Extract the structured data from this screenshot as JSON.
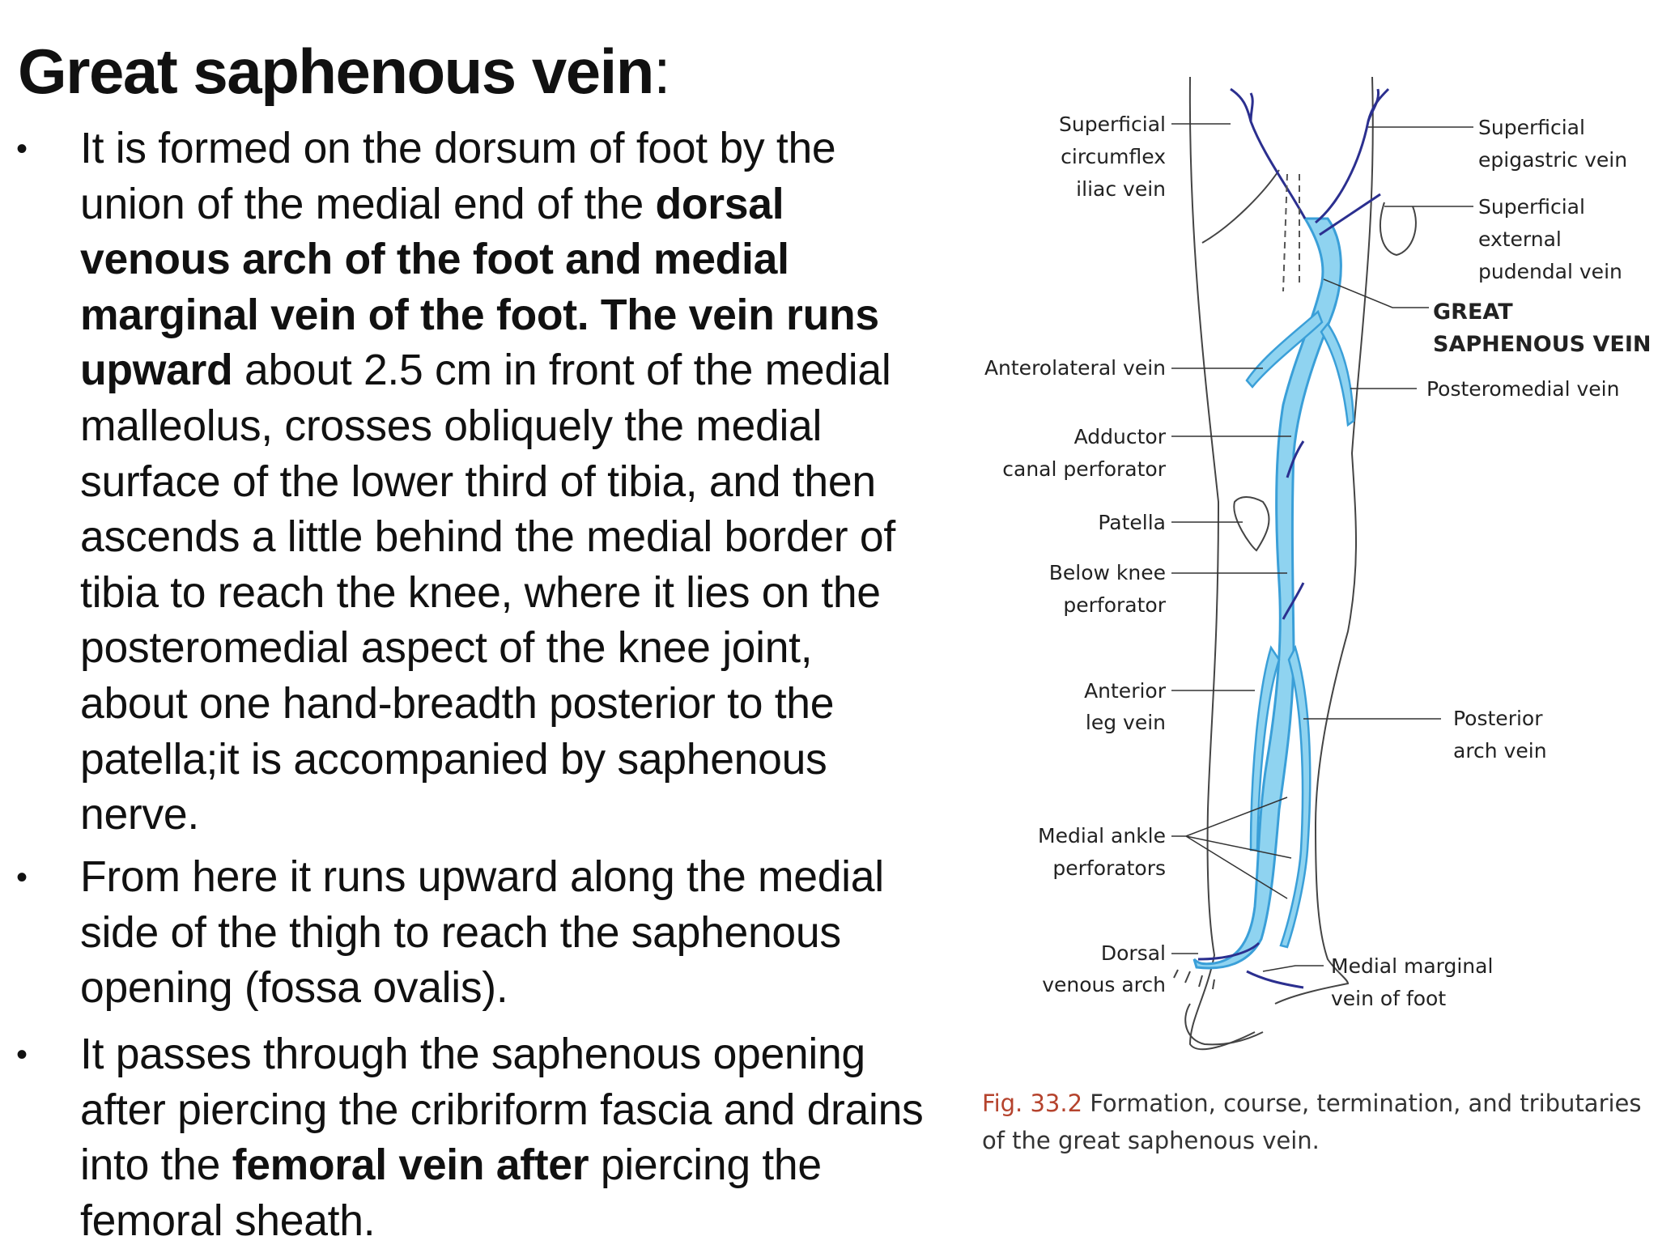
{
  "title": {
    "main": "Great saphenous vein",
    "colon": ":"
  },
  "bullets": [
    {
      "bullet": "•",
      "segments": [
        {
          "text": "It is formed on the dorsum of foot by the union of the medial end of the ",
          "bold": false
        },
        {
          "text": "dorsal venous arch of the foot and medial marginal vein of the foot. The vein runs upward",
          "bold": true
        },
        {
          "text": " about 2.5 cm in front of the medial malleolus, crosses obliquely the medial surface of the lower third of tibia, and then ascends a little behind the medial border of tibia to reach the knee, where it lies on the posteromedial aspect of the knee joint, about one hand-breadth posterior to the patella;it is accompanied by saphenous nerve.",
          "bold": false
        }
      ]
    },
    {
      "bullet": "•",
      "segments": [
        {
          "text": " From here it runs upward along the medial side of the thigh to reach the saphenous opening (fossa ovalis).",
          "bold": false
        }
      ]
    },
    {
      "bullet": "•",
      "segments": [
        {
          "text": " It passes through the saphenous opening after piercing the cribriform fascia and drains into the ",
          "bold": false
        },
        {
          "text": "femoral vein after",
          "bold": true
        },
        {
          "text": " piercing the femoral sheath.",
          "bold": false
        }
      ]
    }
  ],
  "figure": {
    "labels_left": {
      "circumflex": [
        "Superficial",
        "circumflex",
        "iliac vein"
      ],
      "anterolateral": [
        "Anterolateral vein"
      ],
      "adductor": [
        "Adductor",
        "canal perforator"
      ],
      "patella": [
        "Patella"
      ],
      "below_knee": [
        "Below knee",
        "perforator"
      ],
      "anterior_leg": [
        "Anterior",
        "leg vein"
      ],
      "ankle_perf": [
        "Medial ankle",
        "perforators"
      ],
      "dorsal_arch": [
        "Dorsal",
        "venous arch"
      ]
    },
    "labels_right": {
      "epigastric": [
        "Superficial",
        "epigastric vein"
      ],
      "pudendal": [
        "Superficial",
        "external",
        "pudendal vein"
      ],
      "gsv": [
        "GREAT",
        "SAPHENOUS VEIN"
      ],
      "posteromedial": [
        "Posteromedial vein"
      ],
      "posterior_arch": [
        "Posterior",
        "arch vein"
      ],
      "medial_marginal": [
        "Medial marginal",
        "vein of foot"
      ]
    },
    "colors": {
      "vein_fill": "#8fd3f0",
      "vein_stroke": "#3a9fd8",
      "tributary": "#2b2f8f",
      "outline": "#444444"
    }
  },
  "caption": {
    "fig_label": "Fig. 33.2",
    "text": " Formation, course, termination, and tributaries of the great saphenous vein."
  }
}
